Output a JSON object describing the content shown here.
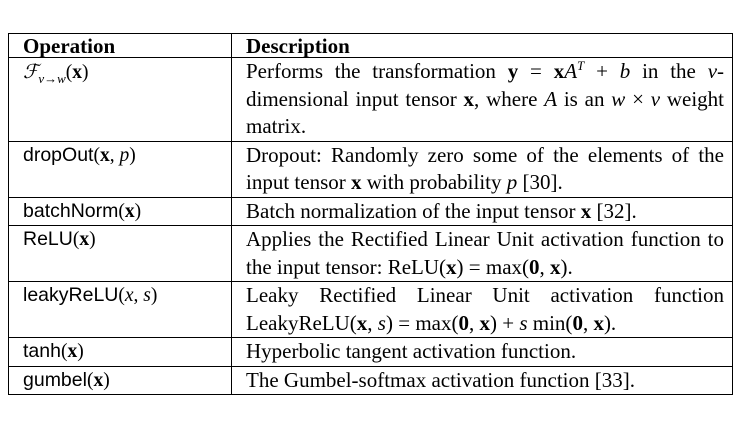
{
  "table": {
    "headers": [
      "Operation",
      "Description"
    ],
    "rows": [
      {
        "operation": "F_{v→w}(x)",
        "description": "Performs the transformation y = xA^T + b in the v-dimensional input tensor x, where A is an w × v weight matrix."
      },
      {
        "operation": "dropOut(x, p)",
        "description": "Dropout: Randomly zero some of the elements of the input tensor x with probability p [30]."
      },
      {
        "operation": "batchNorm(x)",
        "description": "Batch normalization of the input tensor x [32]."
      },
      {
        "operation": "ReLU(x)",
        "description": "Applies the Rectified Linear Unit activation function to the input tensor: ReLU(x) = max(0, x)."
      },
      {
        "operation": "leakyReLU(x, s)",
        "description": "Leaky Rectified Linear Unit activation function LeakyReLU(x, s) = max(0, x) + s min(0, x)."
      },
      {
        "operation": "tanh(x)",
        "description": "Hyperbolic tangent activation function."
      },
      {
        "operation": "gumbel(x)",
        "description": "The Gumbel-softmax activation function [33]."
      }
    ]
  }
}
